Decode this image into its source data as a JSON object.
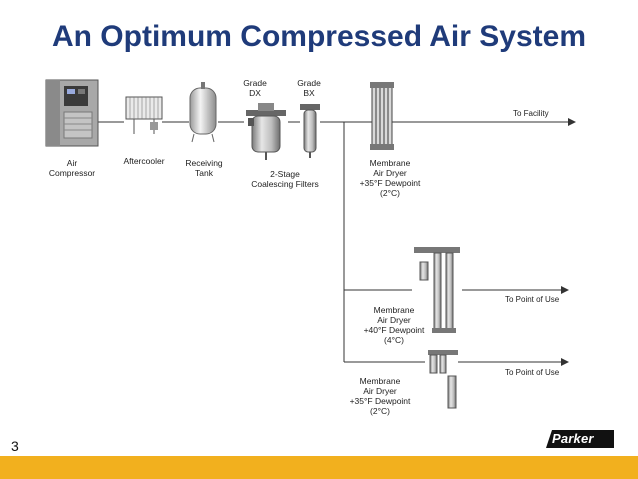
{
  "title": "An Optimum Compressed Air System",
  "page_number": "3",
  "logo": {
    "text": "Parker",
    "icon": "parker-logo"
  },
  "colors": {
    "title": "#1f3b7a",
    "footer": "#f2b01e",
    "line": "#333333"
  },
  "components": {
    "air_compressor": {
      "line1": "Air",
      "line2": "Compressor"
    },
    "aftercooler": {
      "line1": "Aftercooler"
    },
    "receiving_tank": {
      "line1": "Receiving",
      "line2": "Tank"
    },
    "grade_dx": {
      "line1": "Grade",
      "line2": "DX"
    },
    "grade_bx": {
      "line1": "Grade",
      "line2": "BX"
    },
    "filters": {
      "line1": "2-Stage",
      "line2": "Coalescing Filters"
    },
    "dryer_main": {
      "line1": "Membrane",
      "line2": "Air Dryer",
      "line3": "+35°F Dewpoint",
      "line4": "(2°C)"
    },
    "dryer_mid": {
      "line1": "Membrane",
      "line2": "Air Dryer",
      "line3": "+40°F Dewpoint",
      "line4": "(4°C)"
    },
    "dryer_low": {
      "line1": "Membrane",
      "line2": "Air Dryer",
      "line3": "+35°F Dewpoint",
      "line4": "(2°C)"
    }
  },
  "outputs": {
    "facility": "To Facility",
    "point_of_use_1": "To Point of Use",
    "point_of_use_2": "To Point of Use"
  }
}
